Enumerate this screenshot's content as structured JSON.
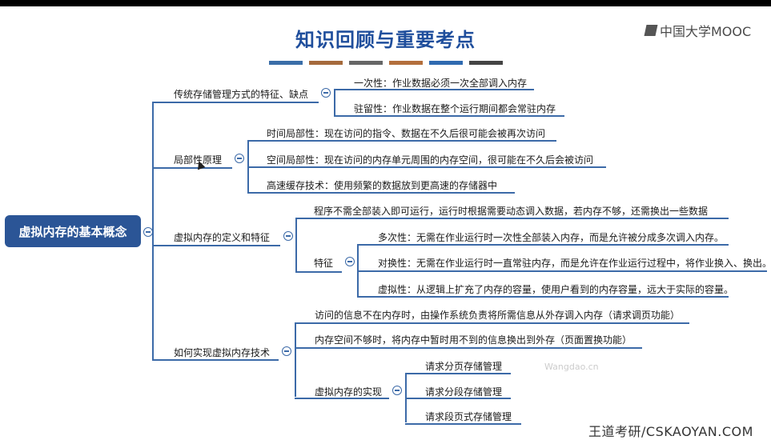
{
  "title": "知识回顾与重要考点",
  "logo": "中国大学MOOC",
  "watermark": "王道考研/CSKAOYAN.COM",
  "faint_text": "Wangdao.cn",
  "colors": {
    "primary": "#2b5596",
    "line": "#3c6aa8"
  },
  "title_bar_segments": [
    "#3a6ea8",
    "#a56a3c",
    "#666666",
    "#b36f3c",
    "#2f6ab0",
    "#444444"
  ],
  "root": "虚拟内存的基本概念",
  "branches": {
    "b1": {
      "label": "传统存储管理方式的特征、缺点",
      "c1": "一次性：作业数据必须一次全部调入内存",
      "c2": "驻留性：作业数据在整个运行期间都会常驻内存"
    },
    "b2": {
      "label": "局部性原理",
      "c1": "时间局部性：现在访问的指令、数据在不久后很可能会被再次访问",
      "c2": "空间局部性：现在访问的内存单元周围的内存空间，很可能在不久后会被访问",
      "c3": "高速缓存技术：使用频繁的数据放到更高速的存储器中"
    },
    "b3": {
      "label": "虚拟内存的定义和特征",
      "c1": "程序不需全部装入即可运行，运行时根据需要动态调入数据，若内存不够，还需换出一些数据",
      "feature": "特征",
      "f1": "多次性：无需在作业运行时一次性全部装入内存，而是允许被分成多次调入内存。",
      "f2": "对换性：无需在作业运行时一直常驻内存，而是允许在作业运行过程中，将作业换入、换出。",
      "f3": "虚拟性：从逻辑上扩充了内存的容量，使用户看到的内存容量，远大于实际的容量。"
    },
    "b4": {
      "label": "如何实现虚拟内存技术",
      "c1": "访问的信息不在内存时，由操作系统负责将所需信息从外存调入内存（请求调页功能）",
      "c2": "内存空间不够时，将内存中暂时用不到的信息换出到外存（页面置换功能）",
      "impl": "虚拟内存的实现",
      "i1": "请求分页存储管理",
      "i2": "请求分段存储管理",
      "i3": "请求段页式存储管理"
    }
  }
}
